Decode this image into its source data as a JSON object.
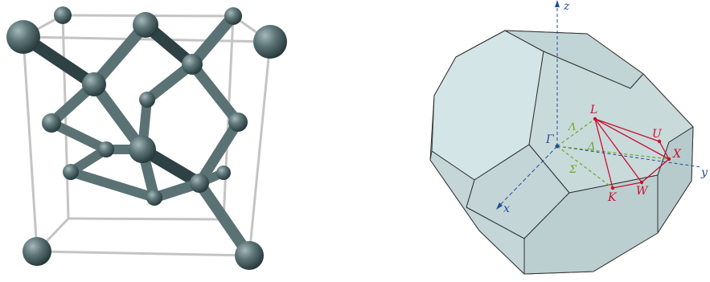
{
  "diamond_structure": {
    "atom_color": "#5b7275",
    "bond_color": "#5b7275",
    "frame_color": "#c9c9c9"
  },
  "brillouin_zone": {
    "face_color": "#c7d9da",
    "face_light": "#d6e6e7",
    "edge_color": "#333333",
    "axes": {
      "z": "z",
      "y": "y",
      "x": "x"
    },
    "high_symmetry_points": {
      "gamma": "Γ",
      "L": "L",
      "U": "U",
      "X": "X",
      "K": "K",
      "W": "W"
    },
    "lines": {
      "lambda": "Λ",
      "delta": "Δ",
      "sigma": "Σ"
    },
    "point_color": "#c8102e",
    "line_color": "#6aa82a",
    "axis_color": "#1f4e9a"
  }
}
